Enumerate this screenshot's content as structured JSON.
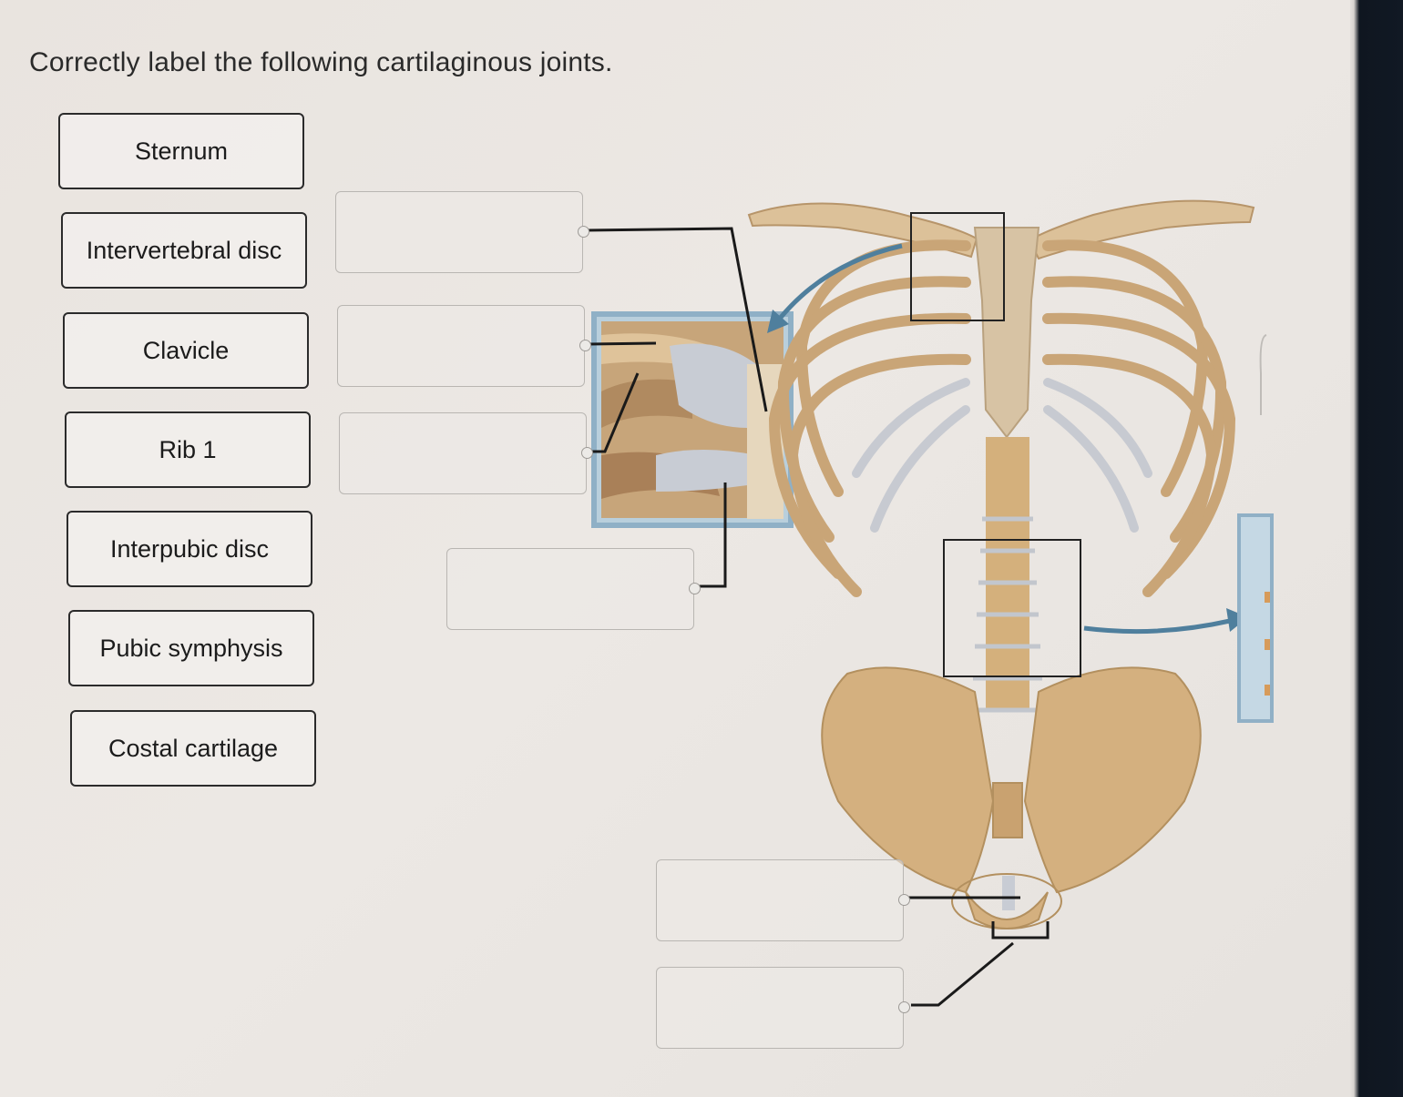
{
  "question": "Correctly label the following cartilaginous joints.",
  "label_bank": [
    "Sternum",
    "Intervertebral disc",
    "Clavicle",
    "Rib 1",
    "Interpubic disc",
    "Pubic symphysis",
    "Costal cartilage"
  ],
  "colors": {
    "bone": "#d8b98e",
    "cartilage": "#c9ccd2",
    "leader_line": "#1a1a1a",
    "arrow": "#4f7f9d"
  }
}
